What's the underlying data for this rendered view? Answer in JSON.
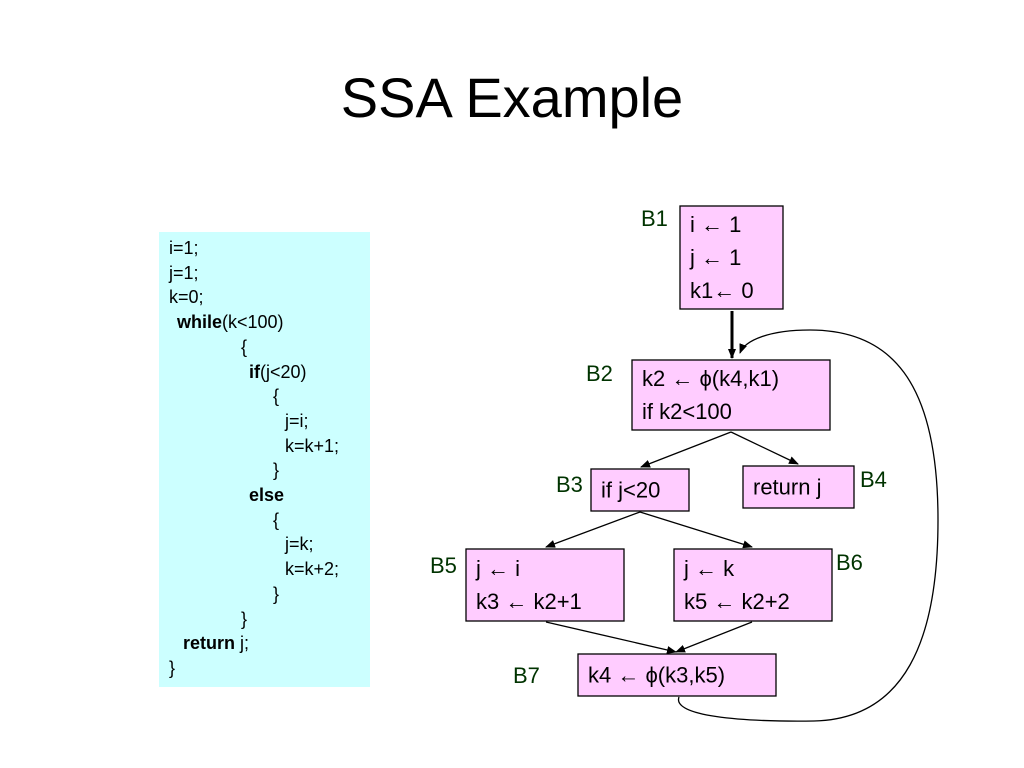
{
  "slide": {
    "title": "SSA Example"
  },
  "source_code": {
    "lines": [
      {
        "kw": "",
        "rest": "i=1;"
      },
      {
        "kw": "",
        "rest": "j=1;"
      },
      {
        "kw": "",
        "rest": "k=0;"
      },
      {
        "kw": "while",
        "rest": "(k<100)"
      },
      {
        "kw": "",
        "rest": "{"
      },
      {
        "kw": "if",
        "rest": "(j<20)"
      },
      {
        "kw": "",
        "rest": "{"
      },
      {
        "kw": "",
        "rest": "j=i;"
      },
      {
        "kw": "",
        "rest": "k=k+1;"
      },
      {
        "kw": "",
        "rest": "}"
      },
      {
        "kw": "else",
        "rest": ""
      },
      {
        "kw": "",
        "rest": "{"
      },
      {
        "kw": "",
        "rest": "j=k;"
      },
      {
        "kw": "",
        "rest": "k=k+2;"
      },
      {
        "kw": "",
        "rest": "}"
      },
      {
        "kw": "",
        "rest": "}"
      },
      {
        "kw": "return",
        "rest": " j;"
      },
      {
        "kw": "",
        "rest": "}"
      }
    ]
  },
  "cfg": {
    "blocks": [
      {
        "id": "B1",
        "label": "B1",
        "lines": [
          "i ← 1",
          "j ← 1",
          "k1← 0"
        ]
      },
      {
        "id": "B2",
        "label": "B2",
        "lines": [
          "k2 ← ϕ(k4,k1)",
          "if k2<100"
        ]
      },
      {
        "id": "B3",
        "label": "B3",
        "lines": [
          "if j<20"
        ]
      },
      {
        "id": "B4",
        "label": "B4",
        "lines": [
          "return j"
        ]
      },
      {
        "id": "B5",
        "label": "B5",
        "lines": [
          "j ← i",
          "k3 ← k2+1"
        ]
      },
      {
        "id": "B6",
        "label": "B6",
        "lines": [
          "j ← k",
          "k5 ← k2+2"
        ]
      },
      {
        "id": "B7",
        "label": "B7",
        "lines": [
          "k4 ← ϕ(k3,k5)"
        ]
      }
    ],
    "edges": [
      {
        "from": "B1",
        "to": "B2"
      },
      {
        "from": "B2",
        "to": "B3"
      },
      {
        "from": "B2",
        "to": "B4"
      },
      {
        "from": "B3",
        "to": "B5"
      },
      {
        "from": "B3",
        "to": "B6"
      },
      {
        "from": "B5",
        "to": "B7"
      },
      {
        "from": "B6",
        "to": "B7"
      },
      {
        "from": "B7",
        "to": "B2"
      }
    ]
  }
}
